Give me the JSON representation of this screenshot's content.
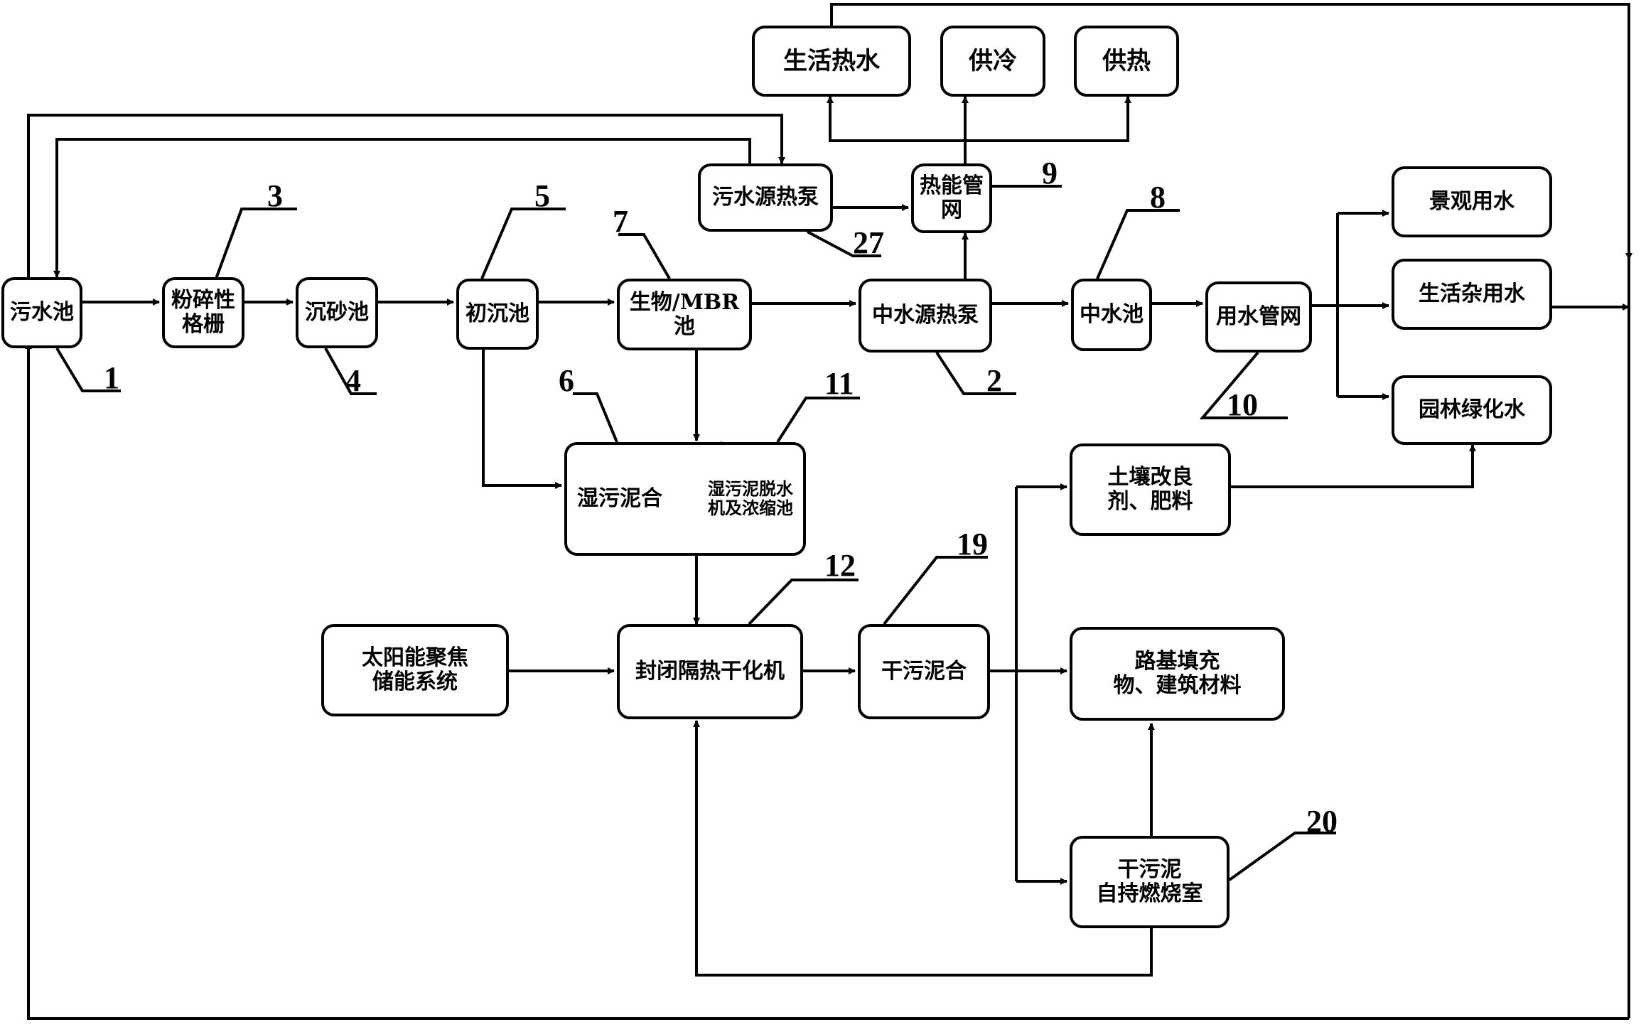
{
  "boxes": {
    "sewage_pool": "污水池",
    "crushing_grille": "粉碎性\n格栅",
    "grit_chamber": "沉砂池",
    "primary_settling_tank": "初沉池",
    "bio_mbr_tank": "生物/MBR池",
    "reclaimed_water_heat_pump": "中水源热泵",
    "reclaimed_water_pool": "中水池",
    "water_pipe_network": "用水管网",
    "landscape_water": "景观用水",
    "domestic_misc_water": "生活杂用水",
    "garden_greening_water": "园林绿化水",
    "domestic_hot_water": "生活热水",
    "cooling_supply": "供冷",
    "heating_supply": "供热",
    "sewage_source_heat_pump": "污水源热泵",
    "heat_pipe_network": "热能管网",
    "sludge_mixing": "湿污泥合",
    "sludge_dewatering": "湿污泥脱水\n机及浓缩池",
    "sealed_dryer": "封闭隔热干化机",
    "solar_storage": "太阳能聚焦\n储能系统",
    "dry_sludge_mixing": "干污泥合",
    "soil_improver": "土壤改良\n剂、肥料",
    "roadbed_materials": "路基填充\n物、建筑材料",
    "incineration_room": "干污泥\n自持燃烧室"
  },
  "labels": {
    "n1": "1",
    "n2": "2",
    "n3": "3",
    "n4": "4",
    "n5": "5",
    "n6": "6",
    "n7": "7",
    "n8": "8",
    "n9": "9",
    "n10": "10",
    "n11": "11",
    "n12": "12",
    "n19": "19",
    "n20": "20",
    "n27": "27"
  }
}
